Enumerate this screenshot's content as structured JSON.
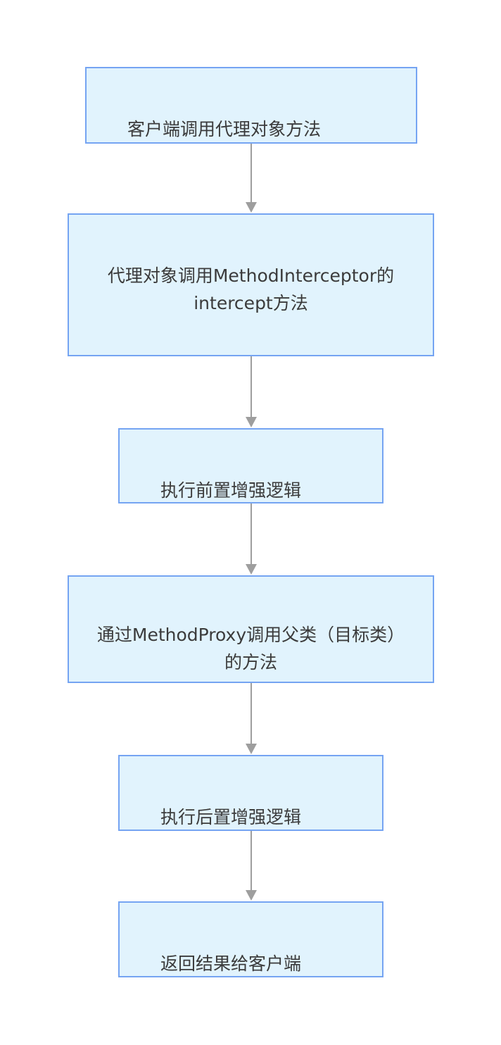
{
  "diagram": {
    "type": "flowchart",
    "direction": "top-down",
    "nodes": [
      {
        "id": "client-call",
        "label": "客户端调用代理对象方法"
      },
      {
        "id": "interceptor-call",
        "label": "代理对象调用MethodInterceptor的\nintercept方法"
      },
      {
        "id": "before-advice",
        "label": "执行前置增强逻辑"
      },
      {
        "id": "method-proxy-invoke",
        "label": "通过MethodProxy调用父类（目标类）\n的方法"
      },
      {
        "id": "after-advice",
        "label": "执行后置增强逻辑"
      },
      {
        "id": "return-result",
        "label": "返回结果给客户端"
      }
    ],
    "edges": [
      {
        "from": "client-call",
        "to": "interceptor-call"
      },
      {
        "from": "interceptor-call",
        "to": "before-advice"
      },
      {
        "from": "before-advice",
        "to": "method-proxy-invoke"
      },
      {
        "from": "method-proxy-invoke",
        "to": "after-advice"
      },
      {
        "from": "after-advice",
        "to": "return-result"
      }
    ],
    "colors": {
      "background": "#ffffff",
      "node_fill": "#e1f3fd",
      "node_border": "#75a4f2",
      "arrow": "#9e9e9e",
      "text": "#3b3b3b"
    }
  }
}
